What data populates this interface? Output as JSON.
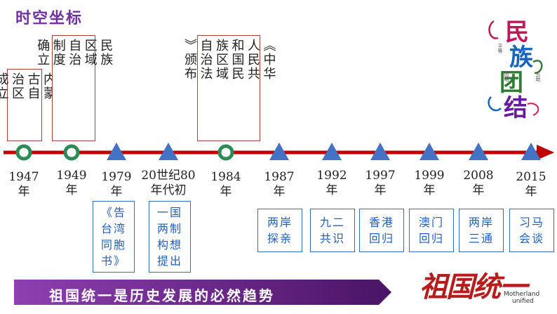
{
  "header": {
    "title": "时空坐标"
  },
  "colors": {
    "title": "#7030a0",
    "axis": "#c00000",
    "circle_marker": "#2e8b57",
    "triangle_marker": "#4472c4",
    "upper_box_border": "#a94040",
    "lower_box_border": "#2f6ec0",
    "banner": "#6a1f8a"
  },
  "timeline": {
    "events": [
      {
        "id": "1947",
        "year_lines": [
          "1947",
          "年"
        ],
        "marker": "circle-icon",
        "position": "above",
        "text_columns": [
          "内蒙",
          "古自",
          "治区",
          "成立"
        ]
      },
      {
        "id": "1949",
        "year_lines": [
          "1949",
          "年"
        ],
        "marker": "circle-icon",
        "position": "above",
        "text_columns": [
          "民族",
          "区域",
          "自治",
          "制度",
          "确立"
        ]
      },
      {
        "id": "1979",
        "year_lines": [
          "1979",
          "年"
        ],
        "marker": "triangle-icon",
        "position": "below",
        "text_lines": [
          "《告",
          "台湾",
          "同胞",
          "书》"
        ]
      },
      {
        "id": "1980s",
        "year_lines": [
          "20世纪80",
          "年代初"
        ],
        "marker": "triangle-icon",
        "position": "below",
        "text_lines": [
          "一国",
          "两制",
          "构想",
          "提出"
        ]
      },
      {
        "id": "1984",
        "year_lines": [
          "1984",
          "年"
        ],
        "marker": "circle-icon",
        "position": "above",
        "text_columns": [
          "《中华",
          "人民共",
          "和国民",
          "族区域",
          "自治法",
          "》颁布"
        ]
      },
      {
        "id": "1987",
        "year_lines": [
          "1987",
          "年"
        ],
        "marker": "triangle-icon",
        "position": "below",
        "text_lines": [
          "两岸",
          "探亲"
        ]
      },
      {
        "id": "1992",
        "year_lines": [
          "1992",
          "年"
        ],
        "marker": "triangle-icon",
        "position": "below",
        "text_lines": [
          "九二",
          "共识"
        ]
      },
      {
        "id": "1997",
        "year_lines": [
          "1997",
          "年"
        ],
        "marker": "triangle-icon",
        "position": "below",
        "text_lines": [
          "香港",
          "回归"
        ]
      },
      {
        "id": "1999",
        "year_lines": [
          "1999",
          "年"
        ],
        "marker": "triangle-icon",
        "position": "below",
        "text_lines": [
          "澳门",
          "回归"
        ]
      },
      {
        "id": "2008",
        "year_lines": [
          "2008",
          "年"
        ],
        "marker": "triangle-icon",
        "position": "below",
        "text_lines": [
          "两岸",
          "三通"
        ]
      },
      {
        "id": "2015",
        "year_lines": [
          "2015",
          "年"
        ],
        "marker": "triangle-icon",
        "position": "below",
        "text_lines": [
          "习马",
          "会谈"
        ]
      }
    ]
  },
  "logo_top": {
    "chars": [
      "民",
      "族",
      "团",
      "结"
    ],
    "small_text": [
      "平等",
      "团结",
      "互助"
    ]
  },
  "banner": {
    "text": "祖国统一是历史发展的必然趋势"
  },
  "logo_bottom": {
    "main": "祖国统一",
    "sub_lines": [
      "Motherland",
      "unified"
    ]
  }
}
